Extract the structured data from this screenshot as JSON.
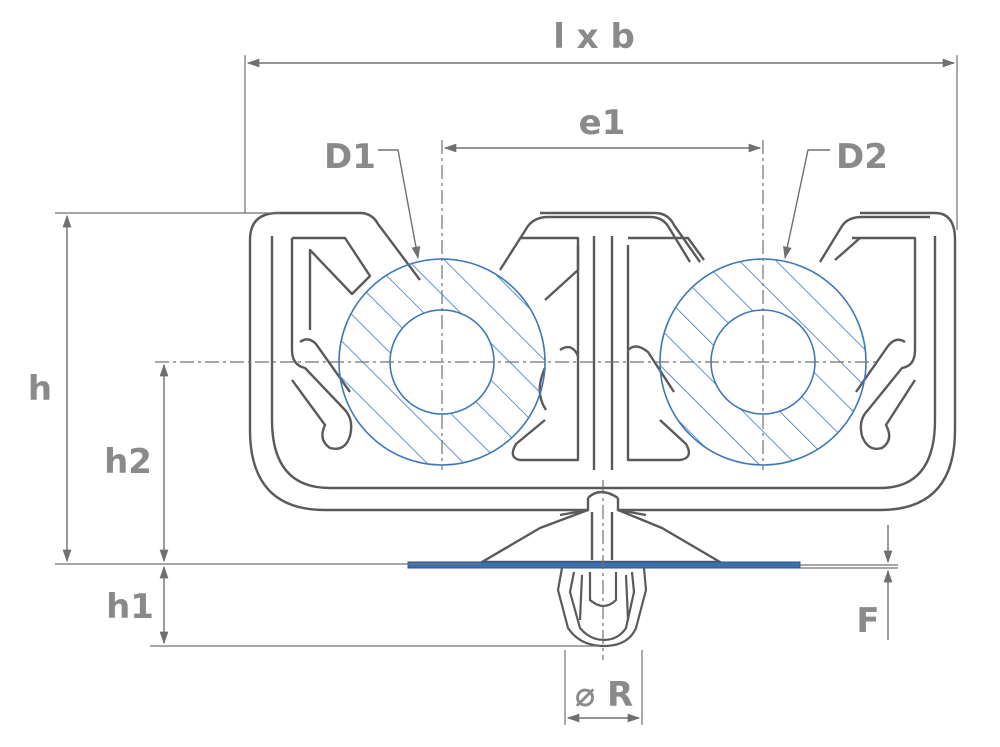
{
  "labels": {
    "overall_width": "l x b",
    "spacing": "e1",
    "diameter_left": "D1",
    "diameter_right": "D2",
    "height": "h",
    "height_to_center": "h2",
    "height_below_panel": "h1",
    "panel_thickness": "F",
    "hole_diameter": "⌀ R"
  },
  "colors": {
    "outline": "#5a5a5a",
    "dimension": "#707070",
    "label": "#8a8a8a",
    "hatch": "#3f78b8",
    "panel": "#3c6fb0"
  }
}
